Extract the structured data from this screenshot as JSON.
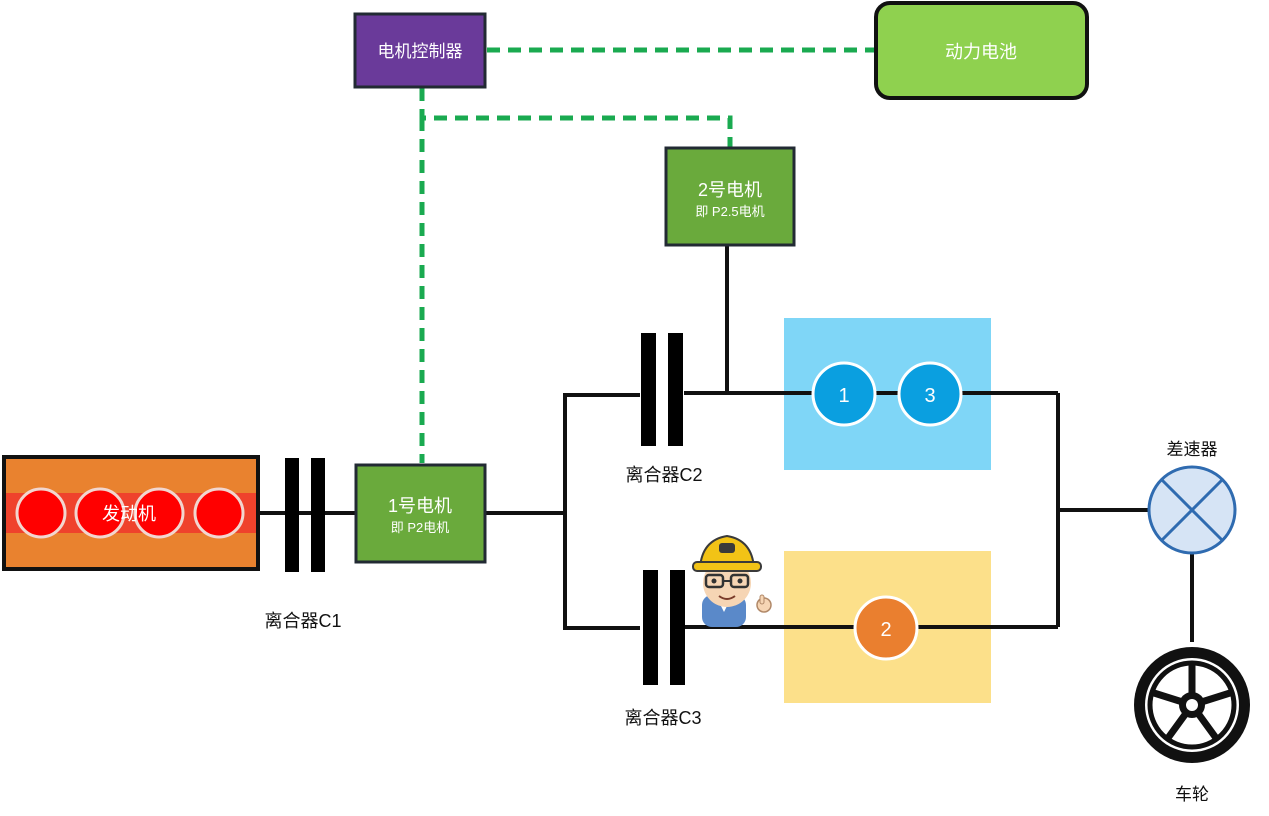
{
  "colors": {
    "controller": "#6a3a9a",
    "battery": "#8fd14f",
    "motor": "#6aaa3c",
    "engine": "#e9822f",
    "engine_band": "#ef3b2c",
    "cylinder": "#ff0000",
    "gear_box_blue": "#7fd6f7",
    "gear_box_yellow": "#fce08a",
    "gear_blue": "#0a9fe0",
    "gear_orange": "#ea7f2f",
    "differential": "#d6e4f5",
    "signal_line": "#1aaa50",
    "shaft": "#111111"
  },
  "controller": {
    "label": "电机控制器"
  },
  "battery": {
    "label": "动力电池"
  },
  "motor2": {
    "title": "2号电机",
    "subtitle": "即 P2.5电机"
  },
  "motor1": {
    "title": "1号电机",
    "subtitle": "即 P2电机"
  },
  "engine": {
    "label": "发动机"
  },
  "clutches": {
    "c1": "离合器C1",
    "c2": "离合器C2",
    "c3": "离合器C3"
  },
  "gears": {
    "g1": "1",
    "g2": "2",
    "g3": "3"
  },
  "differential": {
    "label": "差速器"
  },
  "wheel": {
    "label": "车轮"
  },
  "mascot": {
    "icon": "engineer-mascot-icon"
  }
}
